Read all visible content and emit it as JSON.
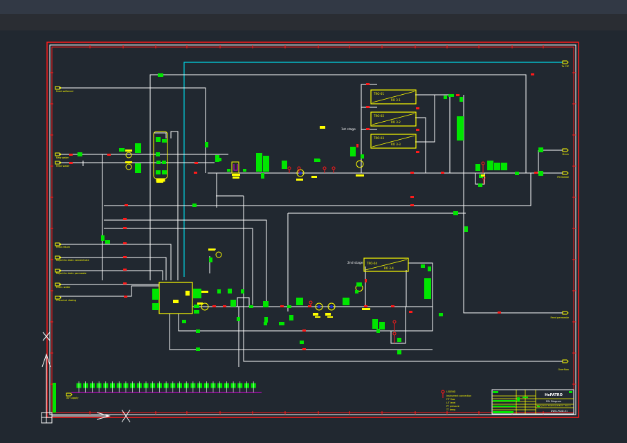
{
  "app": {
    "title_bar": "",
    "ribbon": ""
  },
  "drawing": {
    "stage1_label": "1st stage",
    "stage2_label": "2nd stage",
    "modules_stage1": [
      {
        "tag": "TRO-01",
        "label": "RO 3-1"
      },
      {
        "tag": "TRO-02",
        "label": "RO 3-2"
      },
      {
        "tag": "TRO-03",
        "label": "RO 3-3"
      }
    ],
    "modules_stage2": [
      {
        "tag": "TRO-04",
        "label": "RO 3-4"
      }
    ],
    "inlets": [
      "Feed softened",
      "Raw water",
      "Feed water",
      "Feed return",
      "Reject to drain concentrate",
      "Reject to drain permeate",
      "Drain water",
      "Chemical dosing"
    ],
    "outlets": [
      "To CIP",
      "Drain",
      "Permeate",
      "Feed permeate",
      "Overflow"
    ],
    "header_line_label": "Air supply",
    "legend": {
      "title": "LEGEND",
      "items": [
        "Instrument connection",
        "FIT flow",
        "LIT level",
        "PT pressure",
        "TT temp"
      ]
    },
    "title_block": {
      "company": "HePATRO",
      "drawing_title": "P&I Diagram",
      "subtitle": "RO System Treatment Plant - Rev A",
      "drawing_number": "DWG-P&ID-01"
    }
  },
  "ucs": {
    "x_label": "X",
    "y_label": "Y"
  },
  "colors": {
    "background": "#212830",
    "pipe": "#ffffff",
    "instrument": "#00e600",
    "equipment": "#ffff00",
    "valve_marker": "#ff0000",
    "cyan_line": "#00d7e6",
    "border": "#ff0000"
  }
}
